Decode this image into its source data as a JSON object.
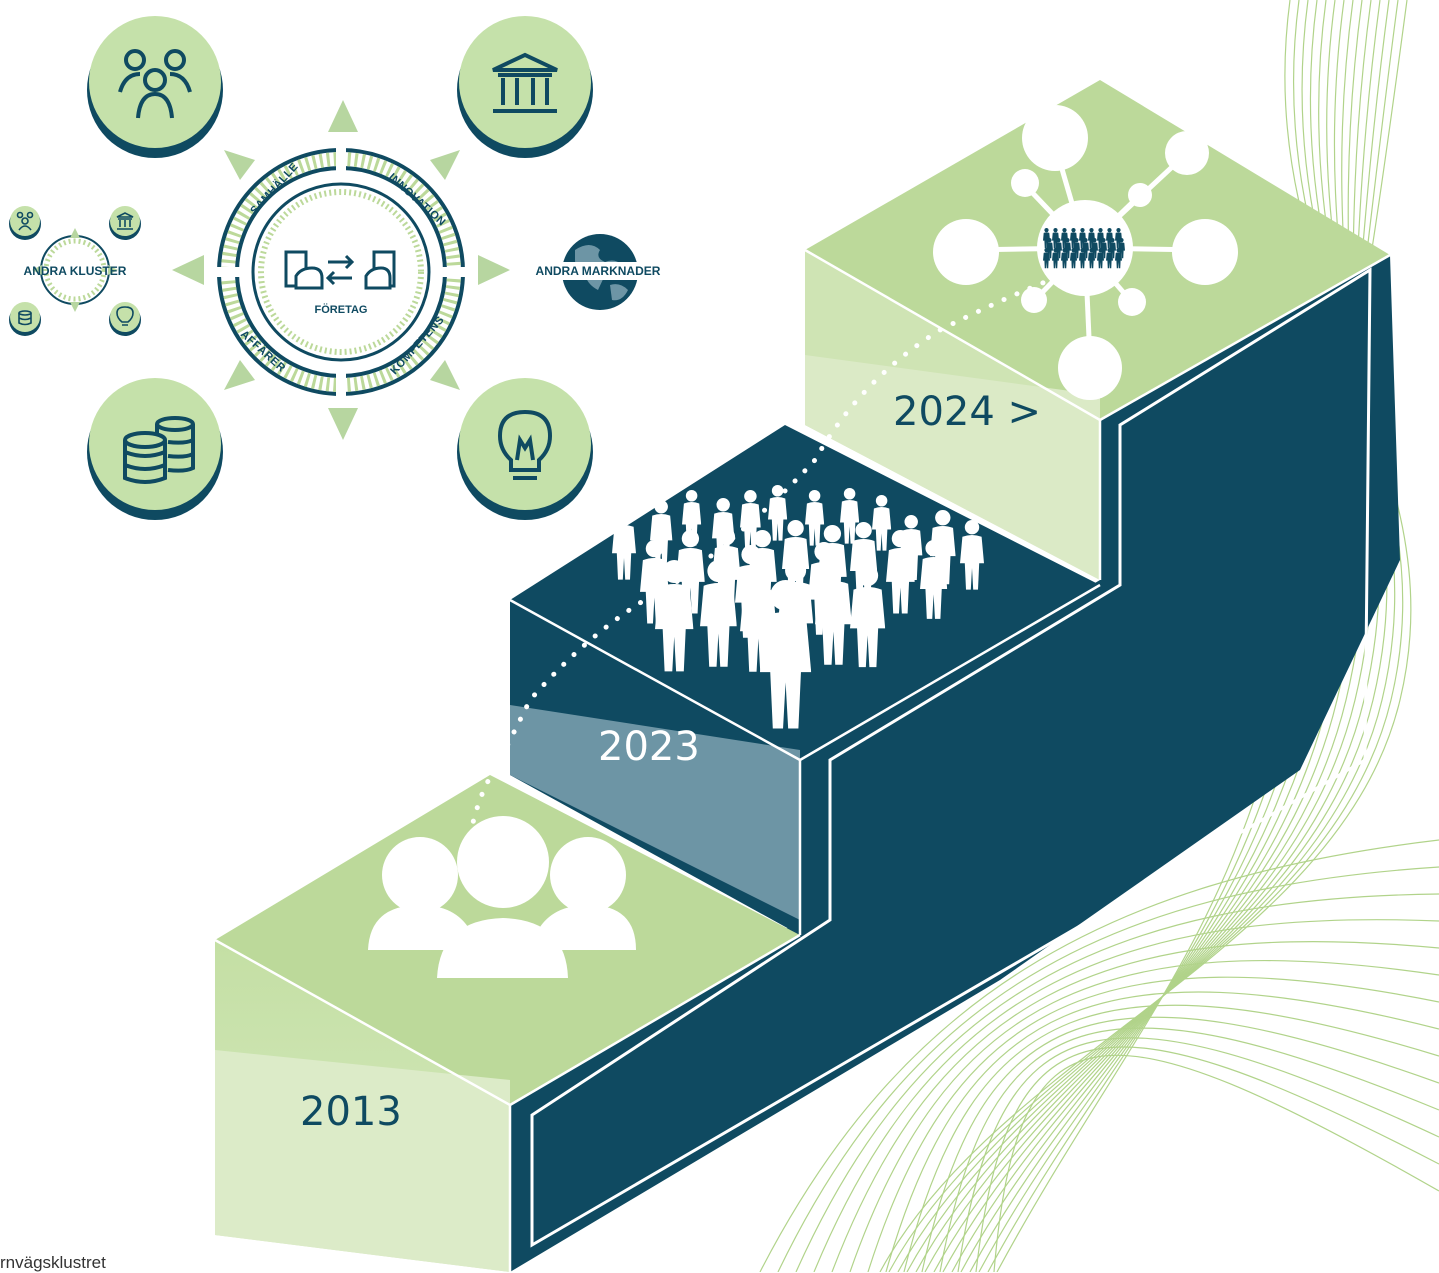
{
  "colors": {
    "navy": "#0f4a61",
    "green_top": "#bcd99a",
    "green_front": "#cfe4b4",
    "green_side": "#dbeac6",
    "slate": "#6d95a5",
    "swirl": "#a9cf7e"
  },
  "ring": {
    "center_label": "FÖRETAG",
    "segments": [
      "SAMHÄLLE",
      "INNOVATION",
      "AFFÄRER",
      "KOMPETENS"
    ],
    "left_label": "ANDRA KLUSTER",
    "right_label": "ANDRA MARKNADER",
    "icons": [
      "people-icon",
      "institution-icon",
      "coins-icon",
      "lightbulb-icon",
      "globe-icon",
      "company-exchange-icon"
    ]
  },
  "steps": [
    {
      "year": "2013",
      "icon": "group-icon"
    },
    {
      "year": "2023",
      "icon": "crowd-icon"
    },
    {
      "year": "2024 >",
      "icon": "network-icon"
    }
  ],
  "footer": "rnvägsklustret"
}
